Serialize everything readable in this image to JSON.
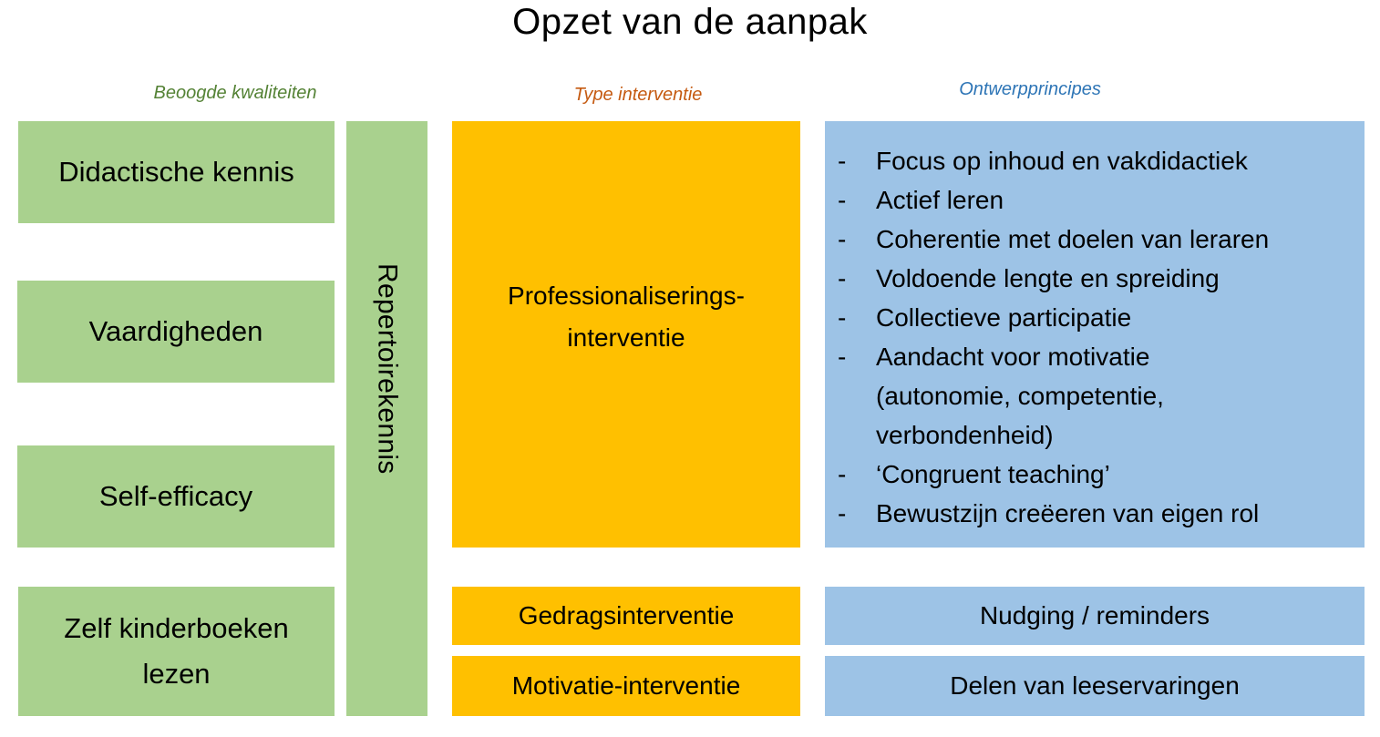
{
  "title": "Opzet van de aanpak",
  "colors": {
    "green": "#A9D18E",
    "orange": "#FFC000",
    "blue": "#9DC3E6",
    "head_green": "#548235",
    "head_orange": "#C55A11",
    "head_blue": "#2E75B6"
  },
  "columns": {
    "qualities_header": "Beoogde kwaliteiten",
    "intervention_header": "Type interventie",
    "principles_header": "Ontwerpprincipes"
  },
  "qualities": [
    {
      "label": "Didactische kennis"
    },
    {
      "label": "Vaardigheden"
    },
    {
      "label": "Self-efficacy"
    },
    {
      "label": "Zelf kinderboeken lezen"
    }
  ],
  "repertoire_label": "Repertoirekennis",
  "interventions": [
    {
      "label_line1": "Professionaliserings-",
      "label_line2": "interventie"
    },
    {
      "label_line1": "Gedragsinterventie"
    },
    {
      "label_line1": "Motivatie-interventie"
    }
  ],
  "principles": {
    "main_list": [
      {
        "dash": "-",
        "text": "Focus op inhoud en vakdidactiek"
      },
      {
        "dash": "-",
        "text": "Actief leren"
      },
      {
        "dash": "-",
        "text": "Coherentie met doelen van leraren"
      },
      {
        "dash": "-",
        "text": "Voldoende lengte en spreiding"
      },
      {
        "dash": "-",
        "text": "Collectieve participatie"
      },
      {
        "dash": "-",
        "text": "Aandacht voor motivatie (autonomie, competentie, verbondenheid)"
      },
      {
        "dash": "-",
        "text": "‘Congruent teaching’"
      },
      {
        "dash": "-",
        "text": "Bewustzijn creëeren van eigen rol"
      }
    ],
    "behavior": "Nudging / reminders",
    "motivation": "Delen van leeservaringen"
  }
}
